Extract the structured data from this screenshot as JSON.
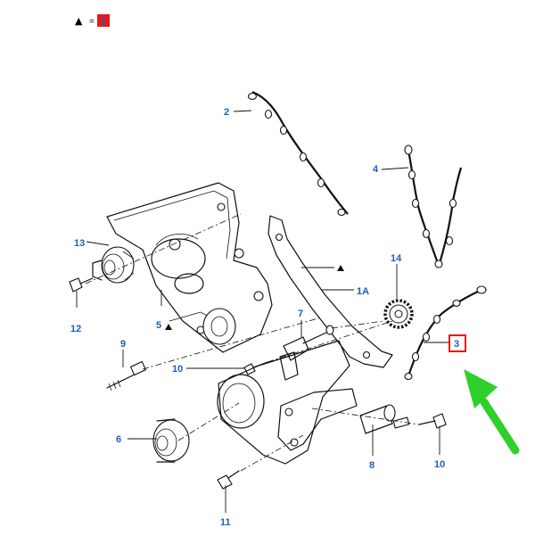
{
  "legend": {
    "symbol": "▲",
    "equals": "=",
    "box_label": "1"
  },
  "callouts": [
    {
      "id": "2",
      "text": "2"
    },
    {
      "id": "4",
      "text": "4"
    },
    {
      "id": "13",
      "text": "13"
    },
    {
      "id": "1A",
      "text": "1A"
    },
    {
      "id": "14",
      "text": "14"
    },
    {
      "id": "12",
      "text": "12"
    },
    {
      "id": "5",
      "text": "5"
    },
    {
      "id": "7",
      "text": "7"
    },
    {
      "id": "9",
      "text": "9"
    },
    {
      "id": "10a",
      "text": "10"
    },
    {
      "id": "3",
      "text": "3"
    },
    {
      "id": "6",
      "text": "6"
    },
    {
      "id": "8",
      "text": "8"
    },
    {
      "id": "10b",
      "text": "10"
    },
    {
      "id": "11",
      "text": "11"
    }
  ],
  "colors": {
    "callout_text": "#1a5fc0",
    "legend_box": "#e21b1b",
    "highlight_box": "#e21b1b",
    "arrow": "#2ed02a",
    "line": "#111111"
  },
  "highlighted_callout": "3"
}
